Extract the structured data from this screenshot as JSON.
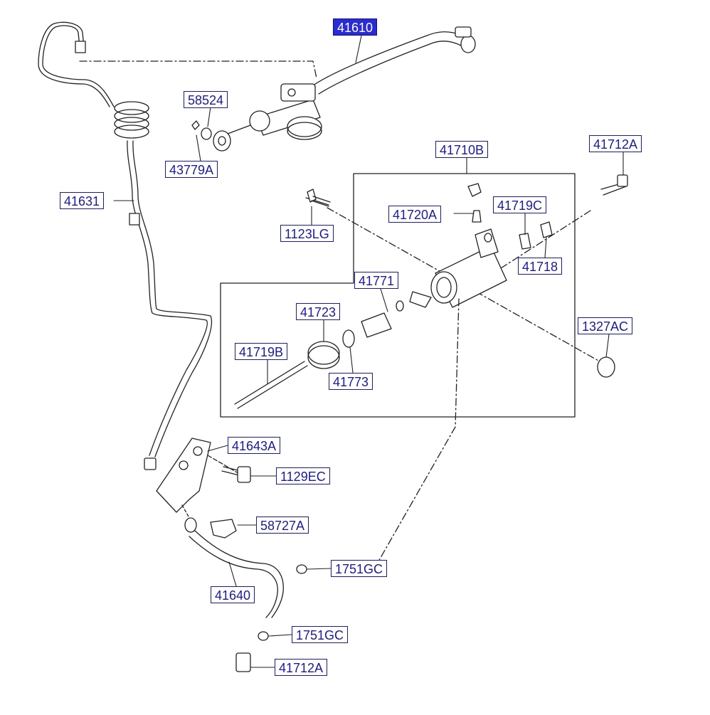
{
  "diagram": {
    "highlighted_part": "41610",
    "colors": {
      "label_text": "#1a1aa0",
      "label_border": "#1a1aa0",
      "highlight_fill": "#2a2ad8",
      "line": "#222222"
    },
    "labels": {
      "p41610": "41610",
      "p58524": "58524",
      "p43779A": "43779A",
      "p41631": "41631",
      "p41710B": "41710B",
      "p41712A_top": "41712A",
      "p41720A": "41720A",
      "p41719C": "41719C",
      "p1123LG": "1123LG",
      "p41718": "41718",
      "p41771": "41771",
      "p41723": "41723",
      "p1327AC": "1327AC",
      "p41719B": "41719B",
      "p41773": "41773",
      "p41643A": "41643A",
      "p1129EC": "1129EC",
      "p58727A": "58727A",
      "p1751GC_a": "1751GC",
      "p41640": "41640",
      "p1751GC_b": "1751GC",
      "p41712A_bottom": "41712A"
    }
  }
}
